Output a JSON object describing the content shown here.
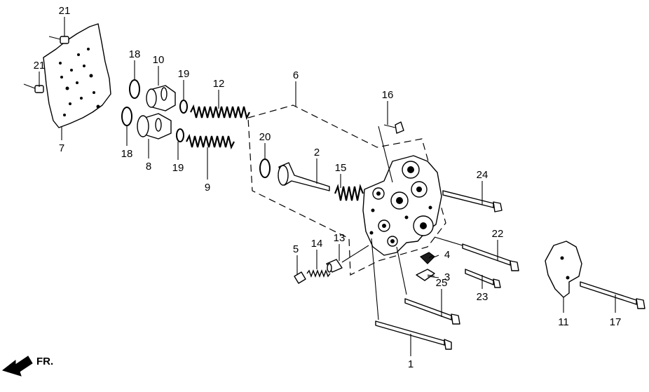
{
  "diagram": {
    "callouts": [
      "1",
      "2",
      "3",
      "4",
      "5",
      "6",
      "7",
      "8",
      "9",
      "10",
      "11",
      "12",
      "13",
      "14",
      "15",
      "16",
      "17",
      "18",
      "18",
      "19",
      "19",
      "20",
      "21",
      "21",
      "22",
      "23",
      "24",
      "25"
    ],
    "direction_label": "FR."
  }
}
